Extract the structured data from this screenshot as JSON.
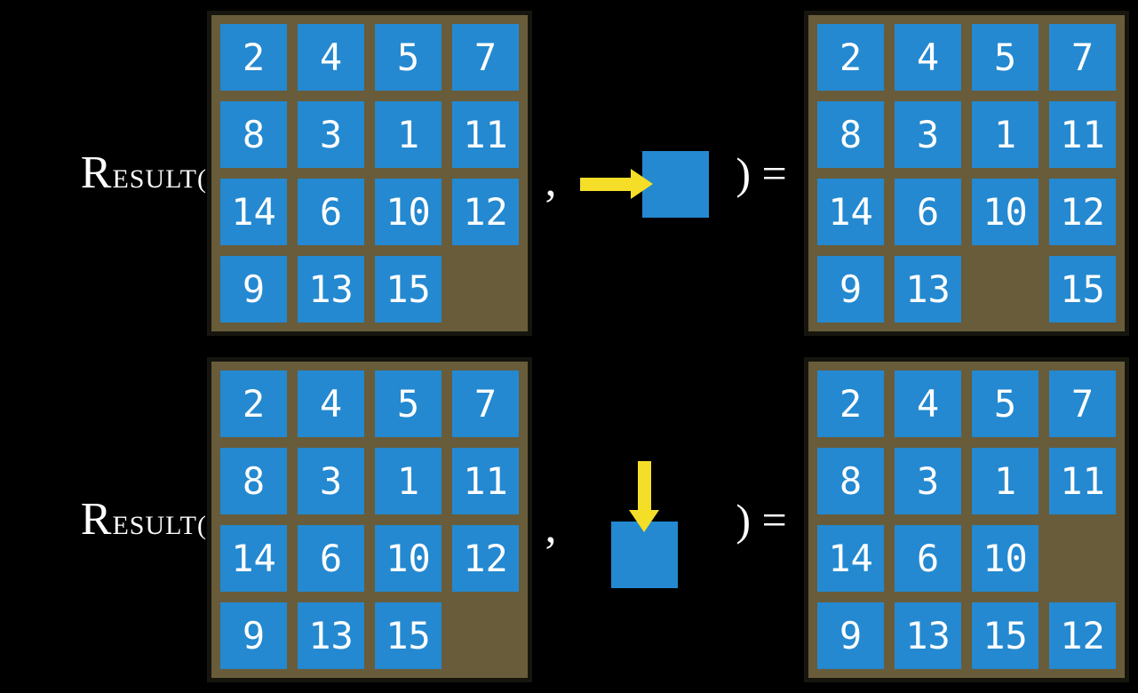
{
  "colors": {
    "background": "#000000",
    "board_frame_brown": "#685c3a",
    "board_frame_border": "#16150e",
    "tile_blue": "#2489d0",
    "arrow_yellow": "#f5de27",
    "text_white": "#ffffff"
  },
  "equations": [
    {
      "function_label": "RESULT(",
      "comma": ",",
      "equals_label": ") =",
      "arrow_icon": "right-arrow-icon",
      "arrow_direction": "right",
      "before_grid": [
        [
          "2",
          "4",
          "5",
          "7"
        ],
        [
          "8",
          "3",
          "1",
          "11"
        ],
        [
          "14",
          "6",
          "10",
          "12"
        ],
        [
          "9",
          "13",
          "15",
          ""
        ]
      ],
      "after_grid": [
        [
          "2",
          "4",
          "5",
          "7"
        ],
        [
          "8",
          "3",
          "1",
          "11"
        ],
        [
          "14",
          "6",
          "10",
          "12"
        ],
        [
          "9",
          "13",
          "",
          "15"
        ]
      ]
    },
    {
      "function_label": "RESULT(",
      "comma": ",",
      "equals_label": ") =",
      "arrow_icon": "down-arrow-icon",
      "arrow_direction": "down",
      "before_grid": [
        [
          "2",
          "4",
          "5",
          "7"
        ],
        [
          "8",
          "3",
          "1",
          "11"
        ],
        [
          "14",
          "6",
          "10",
          "12"
        ],
        [
          "9",
          "13",
          "15",
          ""
        ]
      ],
      "after_grid": [
        [
          "2",
          "4",
          "5",
          "7"
        ],
        [
          "8",
          "3",
          "1",
          "11"
        ],
        [
          "14",
          "6",
          "10",
          ""
        ],
        [
          "9",
          "13",
          "15",
          "12"
        ]
      ]
    }
  ]
}
